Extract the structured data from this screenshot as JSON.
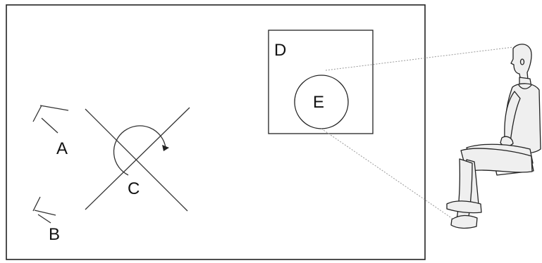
{
  "labels": {
    "a": "A",
    "b": "B",
    "c": "C",
    "d": "D",
    "e": "E"
  },
  "colors": {
    "stroke": "#222222",
    "dotted": "#9a9a9a",
    "figure_fill": "#efefef"
  },
  "icons": {
    "observer": "seated-person-icon"
  }
}
